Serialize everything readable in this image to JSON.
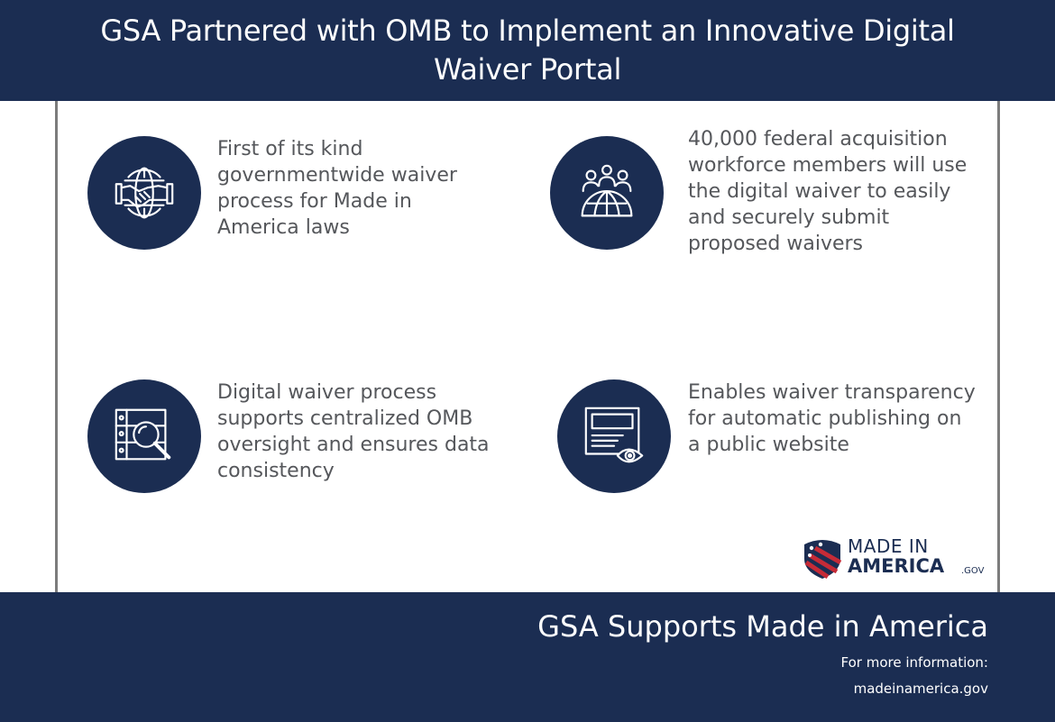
{
  "header": {
    "title": "GSA Partnered with OMB to Implement an Innovative Digital Waiver Portal"
  },
  "items": [
    {
      "icon": "globe-handshake-icon",
      "text": "First of its kind governmentwide waiver process for Made in America laws"
    },
    {
      "icon": "people-globe-icon",
      "text": "40,000 federal acquisition workforce members will use the digital waiver to easily and securely submit proposed waivers"
    },
    {
      "icon": "server-magnifier-icon",
      "text": "Digital waiver process supports centralized OMB oversight and ensures data consistency"
    },
    {
      "icon": "document-eye-icon",
      "text": "Enables waiver transparency for automatic publishing on a public website"
    }
  ],
  "logo": {
    "line1": "MADE IN",
    "line2": "AMERICA",
    "suffix": ".GOV"
  },
  "footer": {
    "title": "GSA Supports Made in America",
    "info_label": "For more information:",
    "info_url": "madeinamerica.gov"
  },
  "colors": {
    "navy": "#1b2d52",
    "text_gray": "#55575b",
    "frame_gray": "#7c7c7c",
    "logo_red": "#c62b37"
  }
}
